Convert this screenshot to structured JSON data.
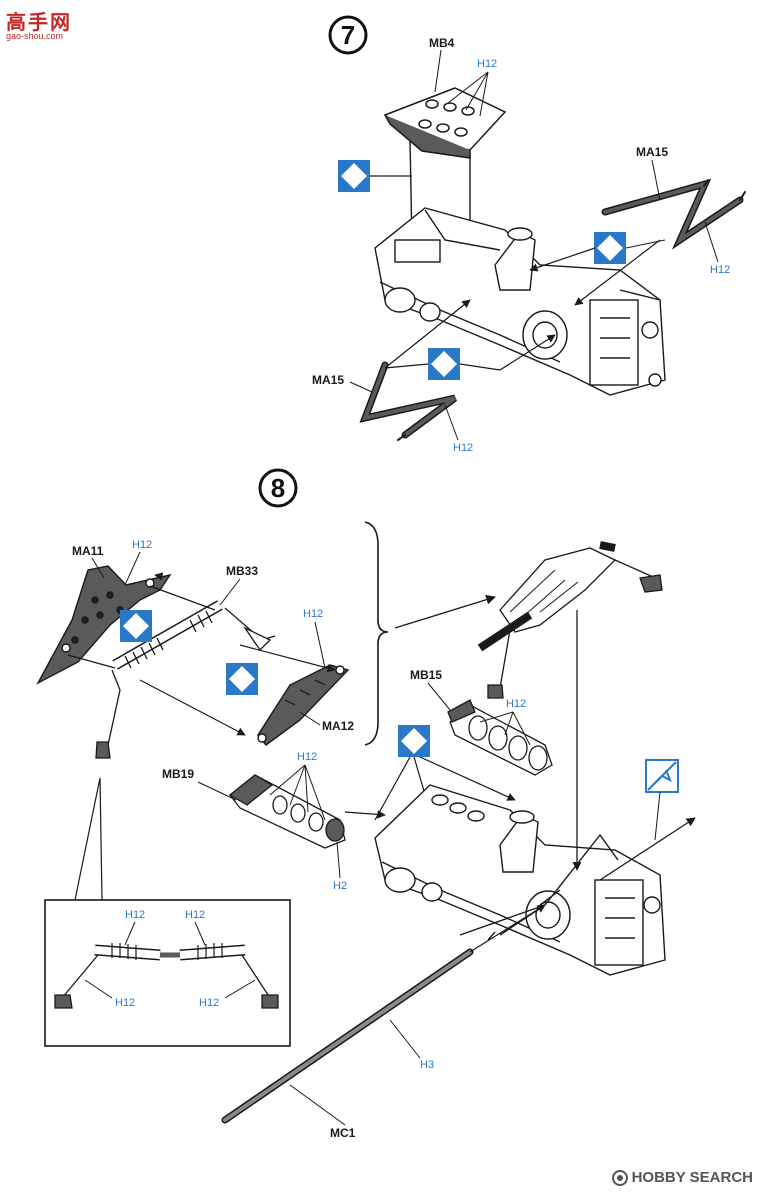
{
  "watermark": {
    "site_cn": "高手网",
    "site_url": "gao-shou.com",
    "brand": "HOBBY SEARCH"
  },
  "colors": {
    "ink": "#1a1a1a",
    "glue_blue": "#2a78c8",
    "part_gray": "#5a5a5a",
    "wm_red": "#c62828"
  },
  "icons": {
    "glue": "blue-diamond-icon",
    "no_glue": "no-glue-icon"
  },
  "step7": {
    "number": "7",
    "parts": {
      "mb4": "MB4",
      "ma15_right": "MA15",
      "ma15_left": "MA15"
    },
    "paints": {
      "h12_mb4": "H12",
      "h12_ma15_right": "H12",
      "h12_ma15_left": "H12"
    }
  },
  "step8": {
    "number": "8",
    "parts": {
      "ma11": "MA11",
      "mb33": "MB33",
      "ma12": "MA12",
      "mb15": "MB15",
      "mb19": "MB19",
      "mc1": "MC1"
    },
    "paints": {
      "h12_ma11": "H12",
      "h12_ma12": "H12",
      "h12_mb15": "H12",
      "h12_mb19": "H12",
      "h2_mb19": "H2",
      "h3_mc1": "H3"
    },
    "inset": {
      "h12_top_left": "H12",
      "h12_top_right": "H12",
      "h12_bottom_left": "H12",
      "h12_bottom_right": "H12"
    }
  }
}
